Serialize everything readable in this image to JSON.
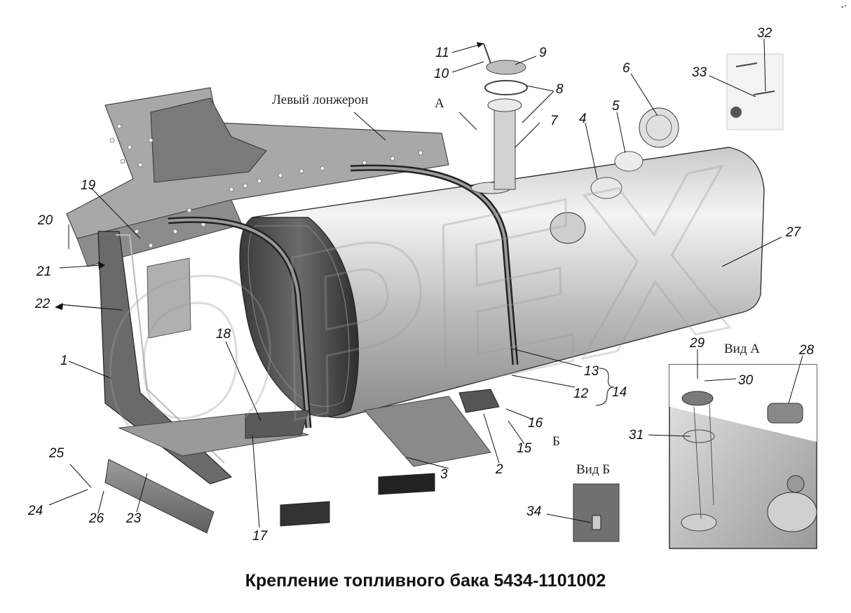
{
  "caption": "Крепление топливного бака 5434-1101002",
  "corner_mark": "•°",
  "labels": {
    "left_spar": "Левый лонжерон",
    "view_a": "Вид А",
    "view_b": "Вид Б",
    "marker_a": "А",
    "marker_b": "Б"
  },
  "watermark": "OPEX",
  "callouts": [
    "1",
    "2",
    "3",
    "4",
    "5",
    "6",
    "7",
    "8",
    "9",
    "10",
    "11",
    "12",
    "13",
    "14",
    "15",
    "16",
    "17",
    "18",
    "19",
    "20",
    "21",
    "22",
    "23",
    "24",
    "25",
    "26",
    "27",
    "28",
    "29",
    "30",
    "31",
    "32",
    "33",
    "34"
  ]
}
